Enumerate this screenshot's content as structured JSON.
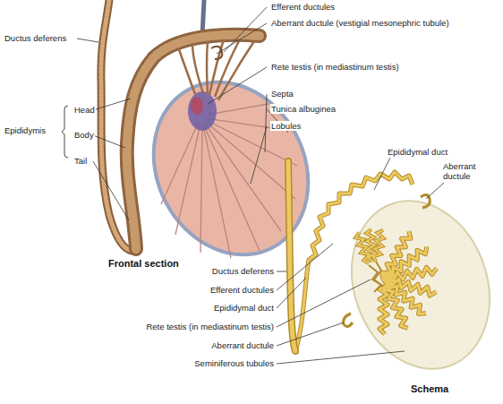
{
  "diagram": {
    "labels": [
      "Efferent ductules",
      "Aberrant ductule (vestigial mesonephric tubule)",
      "Ductus deferens",
      "Rete testis (in mediastinum testis)",
      "Septa",
      "Tunica albuginea",
      "Head",
      "Epididymis",
      "Body",
      "Lobules",
      "Tail",
      "Frontal section",
      "Epididymal duct",
      "Aberrant ductule",
      "Ductus deferens",
      "Efferent ductules",
      "Epididymal duct",
      "Rete testis (in mediastinum testis)",
      "Aberrant ductule",
      "Seminiferous tubules",
      "Schema"
    ]
  }
}
